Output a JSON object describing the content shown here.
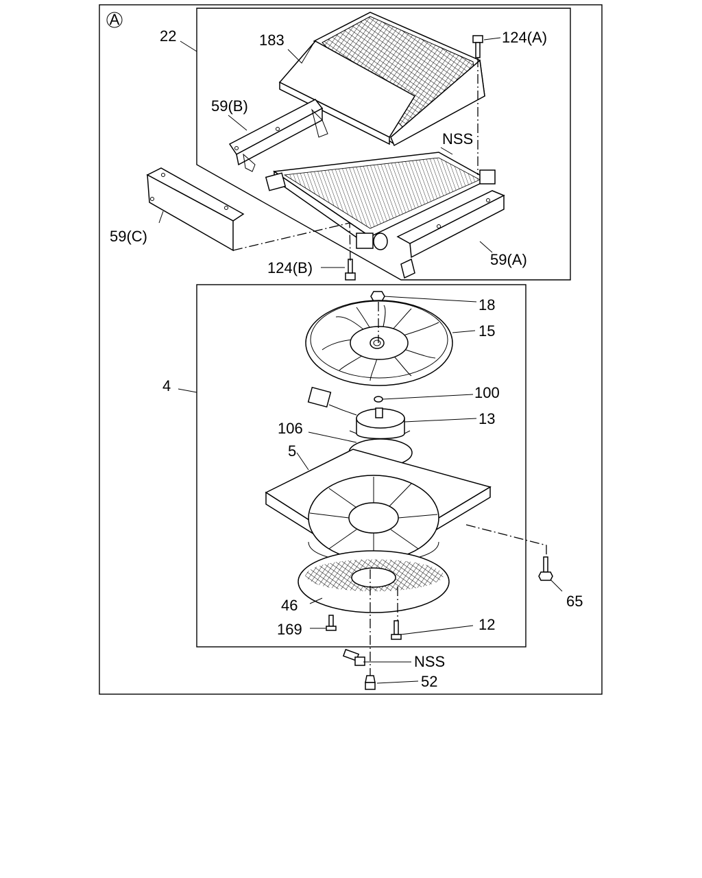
{
  "diagram": {
    "view_marker": "A",
    "labels": {
      "l22": "22",
      "l183": "183",
      "l124a": "124(A)",
      "l59b": "59(B)",
      "lnss1": "NSS",
      "l59c": "59(C)",
      "l124b": "124(B)",
      "l59a": "59(A)",
      "l18": "18",
      "l15": "15",
      "l4": "4",
      "l100": "100",
      "l13": "13",
      "l106": "106",
      "l5": "5",
      "l65": "65",
      "l46": "46",
      "l169": "169",
      "l12": "12",
      "lnss2": "NSS",
      "l52": "52"
    }
  }
}
